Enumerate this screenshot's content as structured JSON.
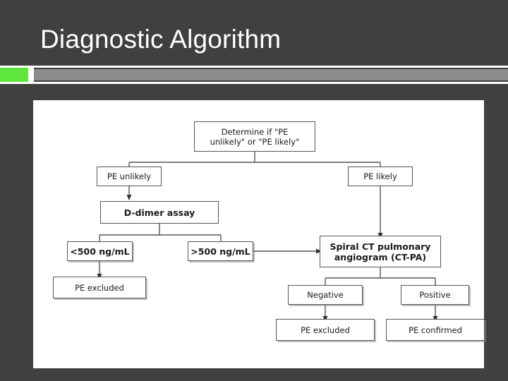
{
  "slide": {
    "title": "Diagnostic Algorithm",
    "background_color": "#404040",
    "title_color": "#ffffff",
    "accent_green": "#5FE63C",
    "accent_gray": "#8C8C8C",
    "panel_color": "#ffffff"
  },
  "chart_data": {
    "type": "diagram",
    "title": "Diagnostic Algorithm",
    "subtype": "decision-flowchart",
    "nodes": [
      {
        "id": "n1",
        "label": "Determine if \"PE\nunlikely\" or \"PE likely\"",
        "label_line1": "Determine if \"PE",
        "label_line2": "unlikely\" or \"PE likely\"",
        "kind": "decision",
        "bold": false
      },
      {
        "id": "n2",
        "label": "PE unlikely",
        "kind": "branch",
        "bold": false
      },
      {
        "id": "n3",
        "label": "PE likely",
        "kind": "branch",
        "bold": false
      },
      {
        "id": "n4",
        "label": "D-dimer assay",
        "kind": "test",
        "bold": true
      },
      {
        "id": "n5",
        "label": "<500 ng/mL",
        "kind": "result",
        "bold": true
      },
      {
        "id": "n6",
        "label": ">500 ng/mL",
        "kind": "result",
        "bold": true
      },
      {
        "id": "n7",
        "label": "PE excluded",
        "kind": "outcome",
        "bold": false
      },
      {
        "id": "n8",
        "label": "Spiral CT pulmonary\nangiogram (CT-PA)",
        "label_line1": "Spiral CT pulmonary",
        "label_line2": "angiogram (CT-PA)",
        "kind": "test",
        "bold": true
      },
      {
        "id": "n9",
        "label": "Negative",
        "kind": "result",
        "bold": false
      },
      {
        "id": "n10",
        "label": "Positive",
        "kind": "result",
        "bold": false
      },
      {
        "id": "n11",
        "label": "PE excluded",
        "kind": "outcome",
        "bold": false
      },
      {
        "id": "n12",
        "label": "PE confirmed",
        "kind": "outcome",
        "bold": false
      }
    ],
    "edges": [
      {
        "from": "n1",
        "to": "n2",
        "arrow": false
      },
      {
        "from": "n1",
        "to": "n3",
        "arrow": false
      },
      {
        "from": "n2",
        "to": "n4",
        "arrow": true
      },
      {
        "from": "n3",
        "to": "n8",
        "arrow": true
      },
      {
        "from": "n4",
        "to": "n5",
        "arrow": false
      },
      {
        "from": "n4",
        "to": "n6",
        "arrow": false
      },
      {
        "from": "n5",
        "to": "n7",
        "arrow": true
      },
      {
        "from": "n6",
        "to": "n8",
        "arrow": true
      },
      {
        "from": "n8",
        "to": "n9",
        "arrow": false
      },
      {
        "from": "n8",
        "to": "n10",
        "arrow": false
      },
      {
        "from": "n9",
        "to": "n11",
        "arrow": true
      },
      {
        "from": "n10",
        "to": "n12",
        "arrow": true
      }
    ],
    "line_color": "#555555",
    "node_fill": "#ffffff"
  }
}
